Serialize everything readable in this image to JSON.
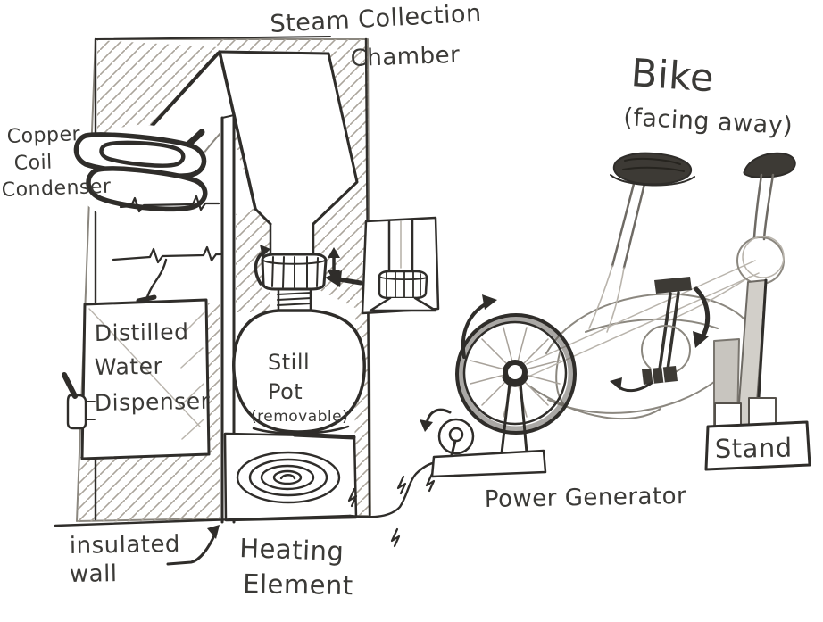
{
  "labels": {
    "steam_chamber_line1": "Steam Collection",
    "steam_chamber_line2": "Chamber",
    "bike_title": "Bike",
    "bike_subtitle": "(facing away)",
    "condenser_line1": "Copper",
    "condenser_line2": "Coil",
    "condenser_line3": "Condenser",
    "dispenser_line1": "Distilled",
    "dispenser_line2": "Water",
    "dispenser_line3": "Dispenser",
    "still_pot_line1": "Still",
    "still_pot_line2": "Pot",
    "still_pot_line3": "(removable)",
    "insulated_wall_line1": "insulated",
    "insulated_wall_line2": "wall",
    "heating_element_line1": "Heating",
    "heating_element_line2": "Element",
    "power_generator": "Power Generator",
    "stand": "Stand"
  },
  "colors": {
    "ink": "#2f2d2a",
    "pencil": "#8b877f",
    "faint": "#b9b4ac",
    "hatch": "#aaa49b",
    "dark": "#3d3a35",
    "paper": "#ffffff",
    "text": "#3b3a37"
  }
}
